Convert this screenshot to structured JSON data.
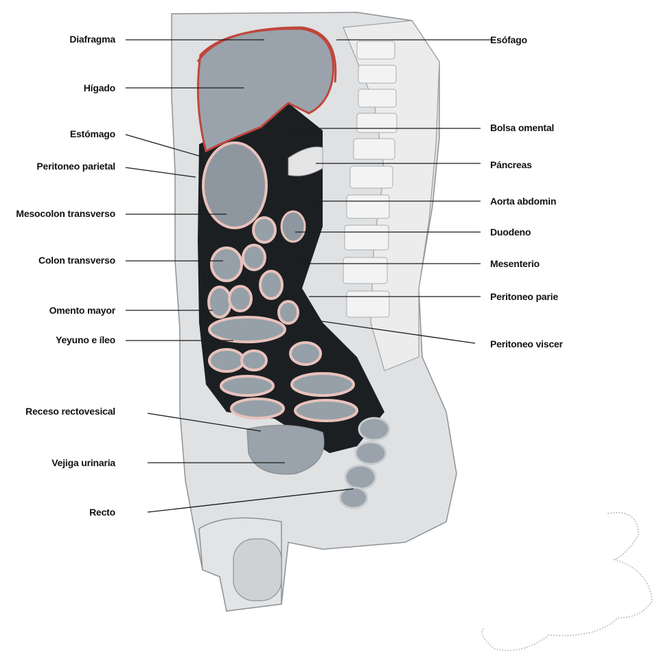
{
  "labels_left": [
    "Diafragma",
    "Hígado",
    "Estómago",
    "Peritoneo parietal",
    "Mesocolon transverso",
    "Colon transverso",
    "Omento mayor",
    "Yeyuno e íleo",
    "Receso rectovesical",
    "Vejiga urinaria",
    "Recto"
  ],
  "labels_right": [
    "Esófago",
    "Bolsa omental",
    "Páncreas",
    "Aorta abdomin",
    "Duodeno",
    "Mesenterio",
    "Peritoneo parie",
    "Peritoneo viscer"
  ],
  "colors": {
    "peritoneum": "#c0463c",
    "organ": "#9aa3ab",
    "tissue": "#d6d9dc",
    "cavity": "#1c1f22",
    "spine": "#e6e6e6"
  }
}
